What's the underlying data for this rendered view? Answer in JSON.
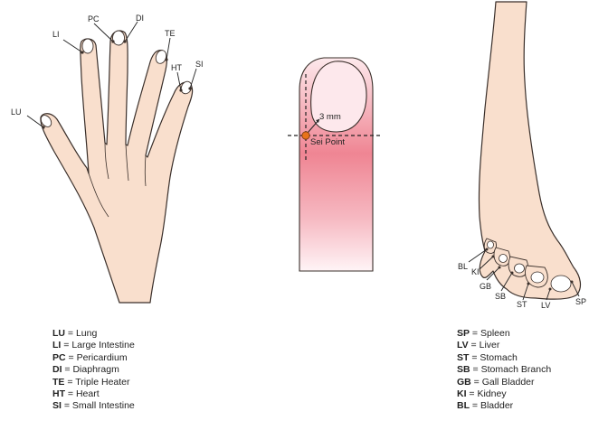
{
  "hand": {
    "labels": {
      "lu": "LU",
      "li": "LI",
      "pc": "PC",
      "di": "DI",
      "te": "TE",
      "ht": "HT",
      "si": "SI"
    },
    "legend": [
      {
        "abbr": "LU",
        "sep": " = ",
        "name": "Lung"
      },
      {
        "abbr": "LI",
        "sep": " = ",
        "name": "Large Intestine"
      },
      {
        "abbr": "PC",
        "sep": " = ",
        "name": "Pericardium"
      },
      {
        "abbr": "DI",
        "sep": " = ",
        "name": "Diaphragm"
      },
      {
        "abbr": "TE",
        "sep": " = ",
        "name": "Triple Heater"
      },
      {
        "abbr": "HT",
        "sep": " = ",
        "name": "Heart"
      },
      {
        "abbr": "SI",
        "sep": " = ",
        "name": "Small Intestine"
      }
    ]
  },
  "finger": {
    "distance_label": "3 mm",
    "point_label": "Sei Point"
  },
  "foot": {
    "labels": {
      "bl": "BL",
      "ki": "KI",
      "gb": "GB",
      "sb": "SB",
      "st": "ST",
      "lv": "LV",
      "sp": "SP"
    },
    "legend": [
      {
        "abbr": "SP",
        "sep": " = ",
        "name": "Spleen"
      },
      {
        "abbr": "LV",
        "sep": " = ",
        "name": "Liver"
      },
      {
        "abbr": "ST",
        "sep": " = ",
        "name": "Stomach"
      },
      {
        "abbr": "SB",
        "sep": " = ",
        "name": "Stomach Branch"
      },
      {
        "abbr": "GB",
        "sep": " = ",
        "name": "Gall Bladder"
      },
      {
        "abbr": "KI",
        "sep": " = ",
        "name": "Kidney"
      },
      {
        "abbr": "BL",
        "sep": " = ",
        "name": "Bladder"
      }
    ]
  },
  "colors": {
    "skin": "#f7dcc8",
    "outline": "#3a2f2a",
    "point": "#e8731a",
    "finger_gradient_top": "#fbe7ea",
    "finger_gradient_mid": "#ee7f8f"
  }
}
